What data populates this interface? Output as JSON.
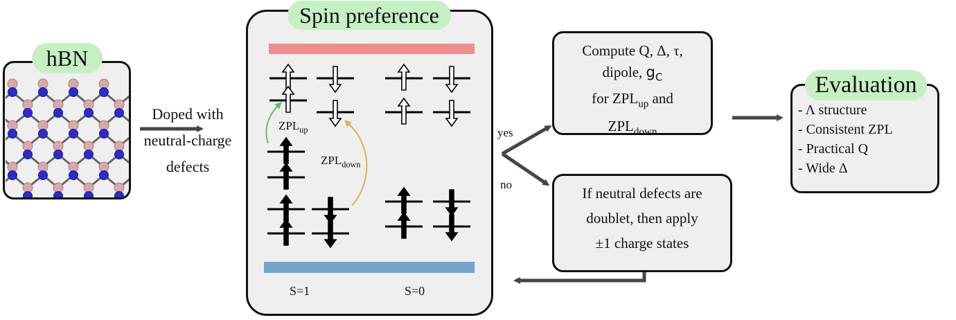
{
  "hbn": {
    "title": "hBN"
  },
  "step1": {
    "line1": "Doped with",
    "line2": "neutral-charge",
    "line3": "defects"
  },
  "spin": {
    "title": "Spin preference",
    "zpl_up_main": "ZPL",
    "zpl_up_sub": "up",
    "zpl_down_main": "ZPL",
    "zpl_down_sub": "down",
    "s1": "S=1",
    "s0": "S=0"
  },
  "branch": {
    "yes": "yes",
    "no": "no"
  },
  "compute": {
    "line1": "Compute Q, Δ, τ,",
    "line2_a": "dipole, ",
    "line2_b": "g",
    "line2_c": "C",
    "line3_a": "for ZPL",
    "line3_sub": "up",
    "line3_b": " and",
    "line4_a": "ZPL",
    "line4_sub": "down"
  },
  "fallback": {
    "line1": "If neutral defects are",
    "line2": "doublet, then apply",
    "line3": "±1 charge states"
  },
  "evaluation": {
    "title": "Evaluation",
    "items": [
      "- Λ structure",
      "- Consistent ZPL",
      "- Practical Q",
      "- Wide Δ"
    ]
  },
  "colors": {
    "conduction_band": "#ee8c8c",
    "valence_band": "#73a4ca",
    "boron": "#d9a8a8",
    "nitrogen": "#2b2bd0",
    "pill": "#c6f0c3",
    "panel": "#efefef",
    "arrow": "#4a4448",
    "zpl_up_arrow": "#5cc45c",
    "zpl_down_arrow": "#e3ad55"
  }
}
